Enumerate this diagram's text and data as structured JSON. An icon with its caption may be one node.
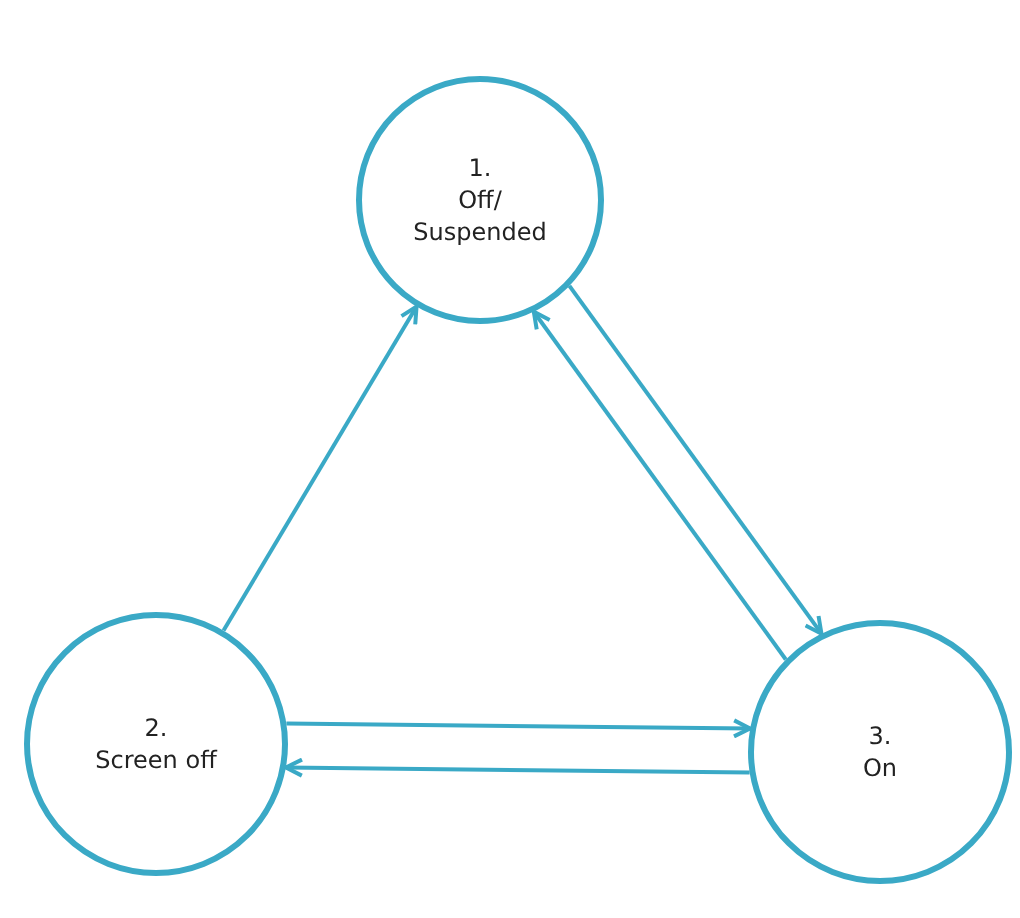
{
  "diagram": {
    "nodes": [
      {
        "text": [
          "1.",
          "Off/ Suspended"
        ]
      },
      {
        "text": [
          "2.",
          "Screen off"
        ]
      },
      {
        "text": [
          "3.",
          "On"
        ]
      }
    ],
    "edges": [
      {
        "from": 1,
        "to": 0,
        "arrow": "to"
      },
      {
        "from": 0,
        "to": 2,
        "arrow": "to"
      },
      {
        "from": 2,
        "to": 0,
        "arrow": "to"
      },
      {
        "from": 1,
        "to": 2,
        "arrow": "to"
      },
      {
        "from": 2,
        "to": 1,
        "arrow": "to"
      }
    ]
  }
}
